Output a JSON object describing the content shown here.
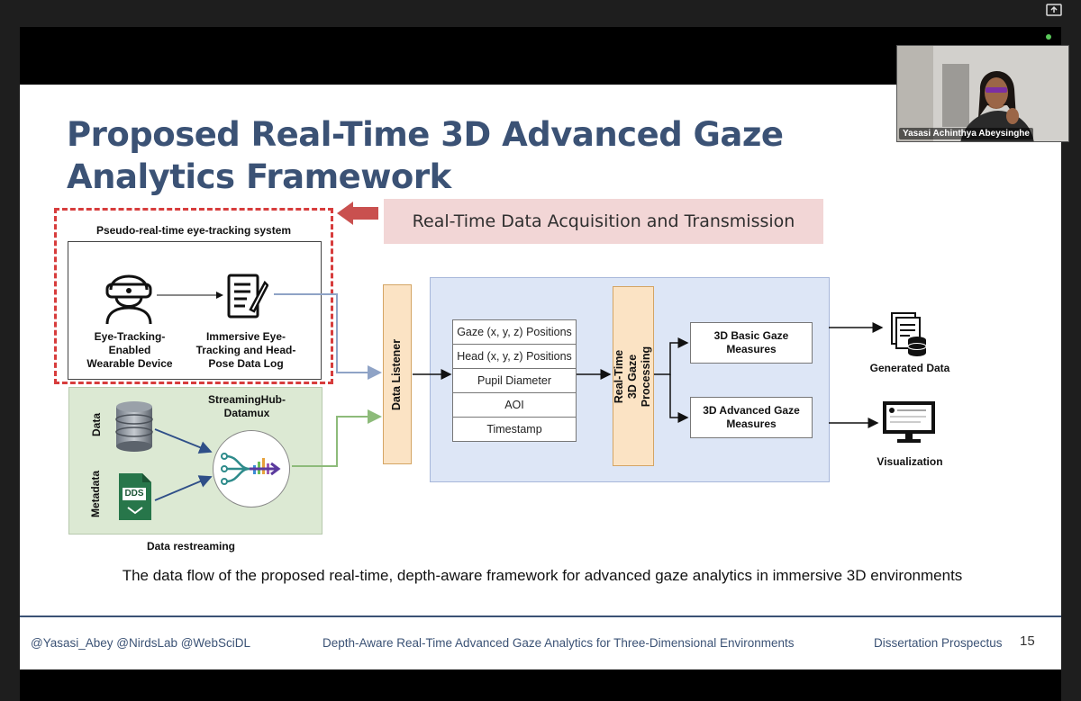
{
  "slide": {
    "title": "Proposed Real-Time 3D Advanced Gaze Analytics Framework",
    "banner": "Real-Time Data Acquisition and Transmission",
    "pseudo_system": {
      "title": "Pseudo-real-time eye-tracking system",
      "device_label": "Eye-Tracking-Enabled Wearable Device",
      "log_label": "Immersive Eye-Tracking and Head-Pose Data Log"
    },
    "restream": {
      "hub_label": "StreamingHub-Datamux",
      "data_label": "Data",
      "metadata_label": "Metadata",
      "dds_label": "DDS",
      "title": "Data restreaming"
    },
    "data_listener": "Data Listener",
    "parameters": [
      "Gaze (x, y, z) Positions",
      "Head (x, y, z) Positions",
      "Pupil Diameter",
      "AOI",
      "Timestamp"
    ],
    "processing": "Real-Time 3D Gaze Processing",
    "basic_measures": "3D Basic Gaze Measures",
    "advanced_measures": "3D Advanced Gaze Measures",
    "generated_data": "Generated Data",
    "visualization": "Visualization",
    "caption": "The data flow of the proposed real-time, depth-aware framework for advanced gaze analytics in immersive 3D environments",
    "footer": {
      "handles": "@Yasasi_Abey @NirdsLab @WebSciDL",
      "center": "Depth-Aware Real-Time Advanced Gaze Analytics for Three-Dimensional Environments",
      "right": "Dissertation Prospectus",
      "page": "15"
    }
  },
  "webcam": {
    "name": "Yasasi Achinthya Abeysinghe"
  },
  "colors": {
    "title": "#3b5275",
    "dashed": "#d73c3c",
    "banner": "#f2d6d6",
    "green_panel": "#dce9d3",
    "blue_panel": "#dde6f6",
    "orange": "#fbe3c4"
  }
}
